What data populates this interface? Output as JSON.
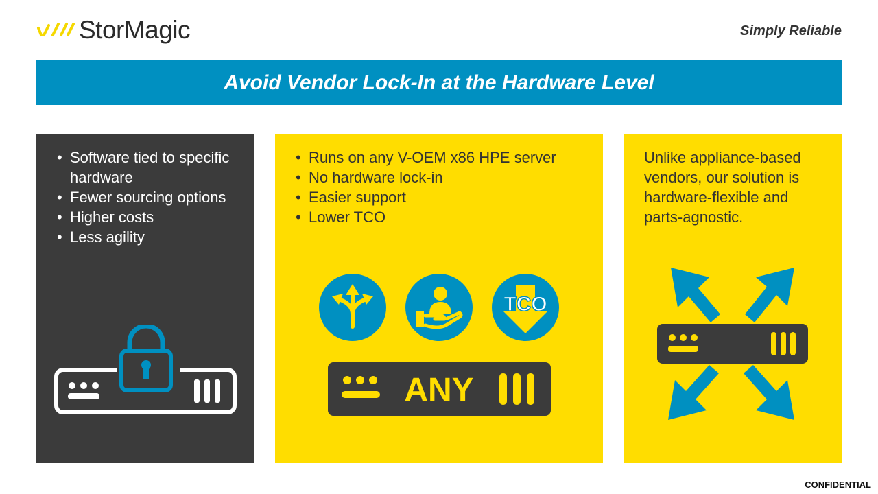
{
  "brand": {
    "name": "StorMagic",
    "tagline": "Simply Reliable"
  },
  "title": "Avoid Vendor Lock-In at the Hardware Level",
  "panels": {
    "left": {
      "bullets": [
        "Software tied to specific hardware",
        "Fewer sourcing options",
        "Higher costs",
        "Less agility"
      ]
    },
    "middle": {
      "bullets": [
        "Runs on any V-OEM x86 HPE server",
        "No hardware lock-in",
        "Easier support",
        "Lower TCO"
      ],
      "icons": [
        "branching-arrows-icon",
        "support-hand-icon",
        "tco-down-icon"
      ],
      "tco_label": "TCO",
      "server_label": "ANY"
    },
    "right": {
      "text": "Unlike appliance-based vendors, our solution is hardware-flexible and parts-agnostic."
    }
  },
  "footer": {
    "confidential": "CONFIDENTIAL"
  },
  "colors": {
    "accent_blue": "#0090c1",
    "yellow": "#ffdd00",
    "dark": "#3b3b3b"
  }
}
